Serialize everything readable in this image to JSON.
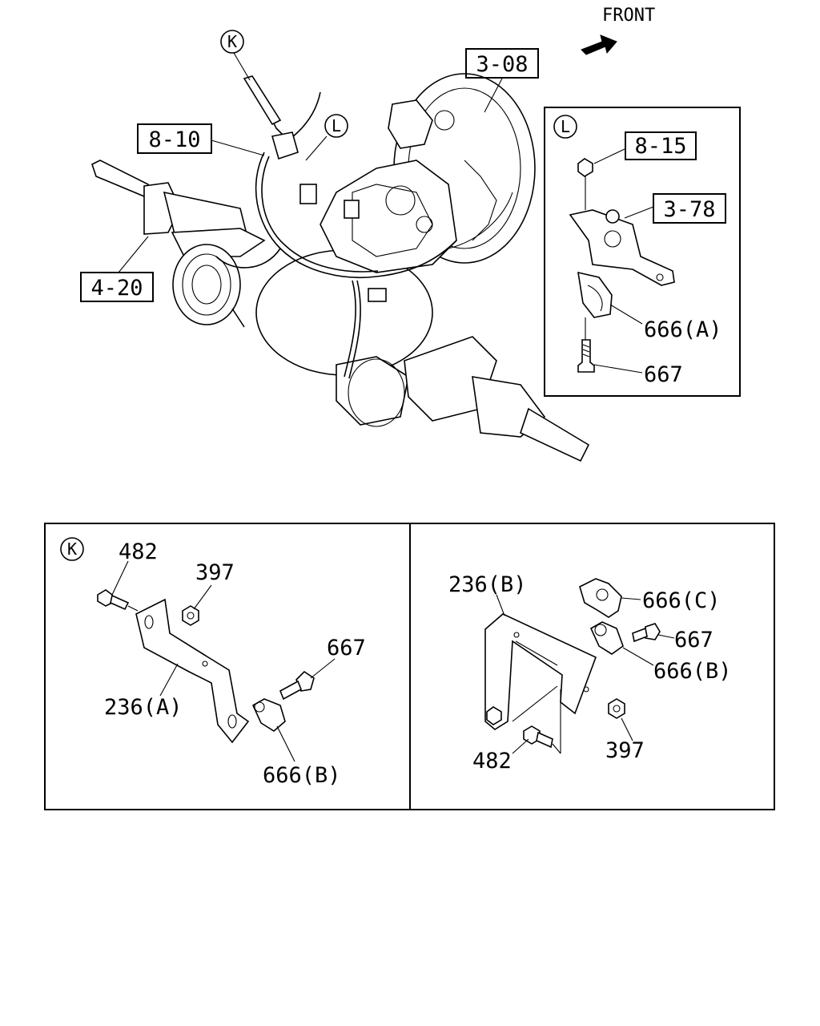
{
  "front": {
    "label": "FRONT"
  },
  "callouts": {
    "k": "K",
    "l": "L",
    "k_panel": "K",
    "l_panel": "L"
  },
  "main": {
    "ref_3_08": "3-08",
    "ref_8_10": "8-10",
    "ref_4_20": "4-20"
  },
  "detail_l": {
    "ref_8_15": "8-15",
    "ref_3_78": "3-78",
    "part_666a": "666(A)",
    "part_667": "667"
  },
  "detail_k": {
    "part_482": "482",
    "part_397": "397",
    "part_667": "667",
    "part_236a": "236(A)",
    "part_666b": "666(B)"
  },
  "detail_right": {
    "part_236b": "236(B)",
    "part_666c": "666(C)",
    "part_667": "667",
    "part_666b": "666(B)",
    "part_397": "397",
    "part_482": "482"
  }
}
